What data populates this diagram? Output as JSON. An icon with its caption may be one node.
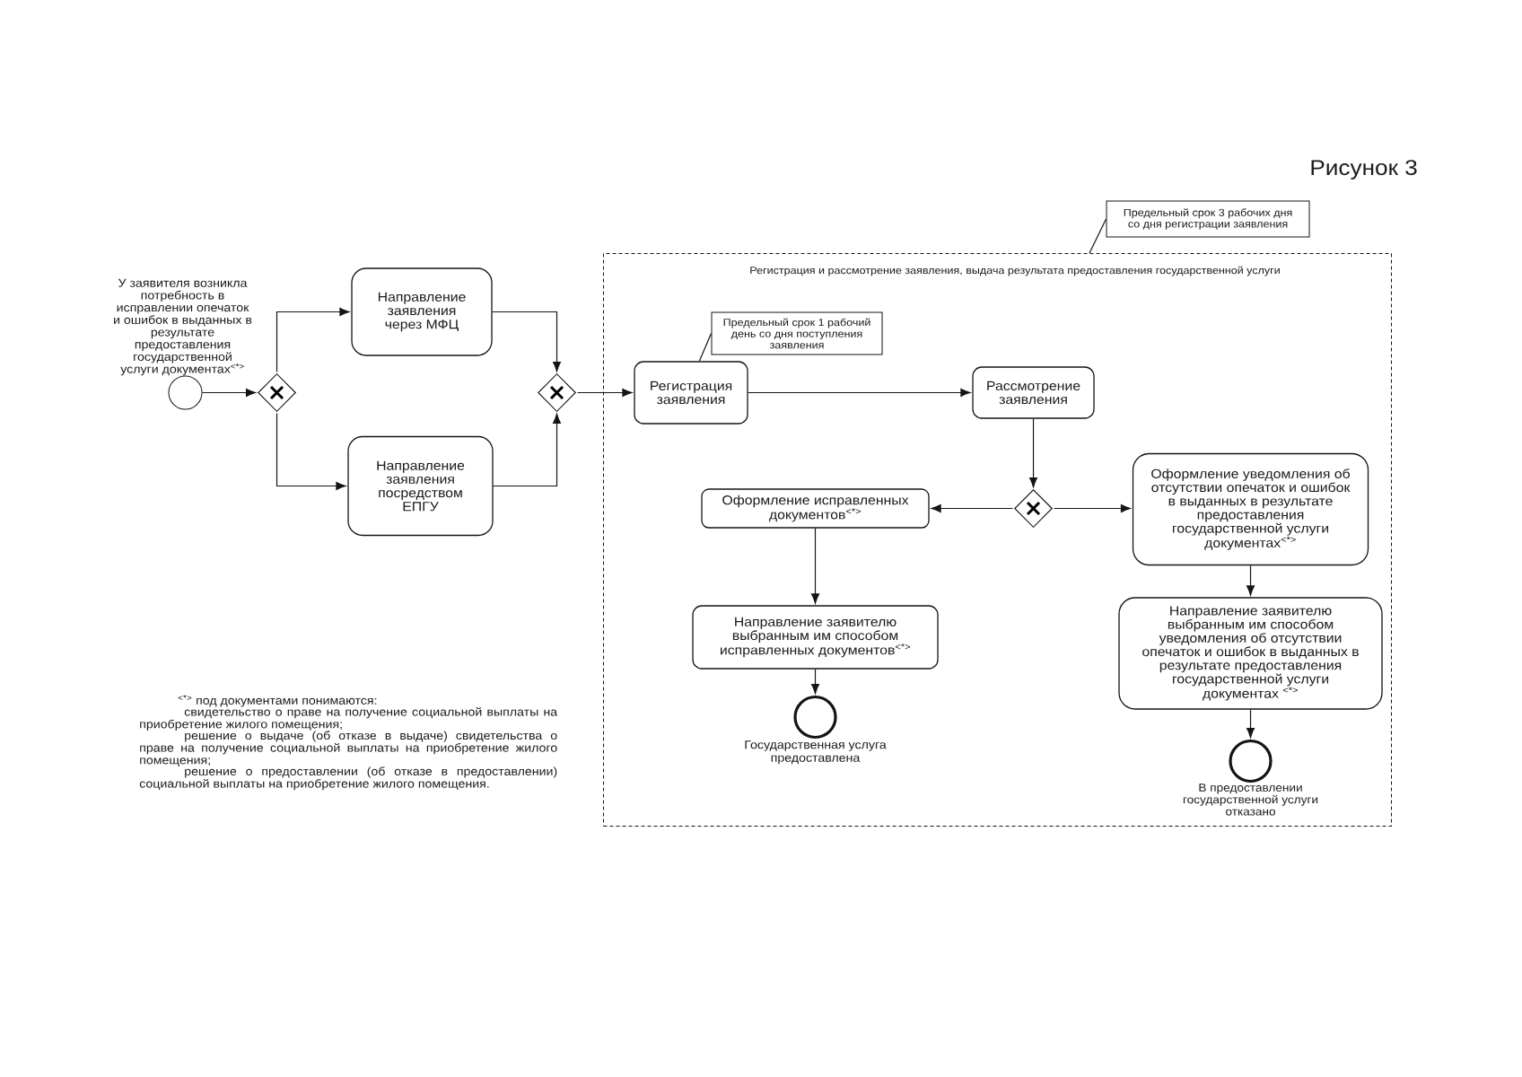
{
  "diagram": {
    "title": "Рисунок 3",
    "nodes": [
      {
        "text": [],
        "shape": "circle",
        "beside": [
          "У заявителя возникла потребность в исправлении опечаток и ошибок в выданных в результате предоставления государственной услуги документах$^{<*>}$"
        ]
      },
      {
        "text": [],
        "shape": "diamond"
      },
      {
        "text": [
          "Направление заявления через МФЦ"
        ]
      },
      {
        "text": [
          "Направление заявления посредством ЕПГУ"
        ]
      },
      {
        "text": [],
        "shape": "diamond"
      },
      {
        "text": [
          "Предельный срок 3 рабочих дня со дня регистрации заявления"
        ]
      },
      {
        "text": [
          "Регистрация и рассмотрение заявления, выдача результата предоставления государственной услуги"
        ]
      },
      {
        "text": [
          "Предельный срок 1 рабочий день со дня поступления заявления"
        ],
        "in": 6
      },
      {
        "text": [
          "Регистрация заявления"
        ],
        "in": 6
      },
      {
        "text": [
          "Рассмотрение заявления"
        ],
        "in": 6
      },
      {
        "text": [],
        "shape": "diamond",
        "in": 6
      },
      {
        "text": [
          "Оформление исправленных документов$^{<*>}$"
        ],
        "in": 6
      },
      {
        "text": [
          "Оформление уведомления об отсутствии опечаток и ошибок в выданных в результате предоставления государственной услуги документах$^{<*>}$"
        ],
        "in": 6
      },
      {
        "text": [
          "Направление заявителю выбранным им способом исправленных документов$^{<*>}$"
        ],
        "in": 6
      },
      {
        "text": [
          "Направление заявителю выбранным им способом уведомления об отсутствии опечаток и ошибок в выданных в результате предоставления государственной услуги документах $^{<*>}$"
        ],
        "in": 6
      },
      {
        "text": [],
        "shape": "circle",
        "in": 6,
        "beside": [
          "Государственная услуга предоставлена"
        ]
      },
      {
        "text": [],
        "shape": "circle",
        "in": 6,
        "beside": [
          "В предоставлении государственной услуги отказано"
        ]
      }
    ],
    "edges": [
      {
        "from": 0,
        "to": 1,
        "arrow": "to"
      },
      {
        "from": 1,
        "to": 2,
        "arrow": "to"
      },
      {
        "from": 1,
        "to": 3,
        "arrow": "to"
      },
      {
        "from": 2,
        "to": 4,
        "arrow": "to"
      },
      {
        "from": 3,
        "to": 4,
        "arrow": "to"
      },
      {
        "from": 4,
        "to": 8,
        "arrow": "to"
      },
      {
        "from": 8,
        "to": 9,
        "arrow": "to"
      },
      {
        "from": 9,
        "to": 10,
        "arrow": "to"
      },
      {
        "from": 10,
        "to": 11,
        "arrow": "to"
      },
      {
        "from": 10,
        "to": 12,
        "arrow": "to"
      },
      {
        "from": 11,
        "to": 13,
        "arrow": "to"
      },
      {
        "from": 12,
        "to": 14,
        "arrow": "to"
      },
      {
        "from": 13,
        "to": 15,
        "arrow": "to"
      },
      {
        "from": 14,
        "to": 16,
        "arrow": "to"
      },
      {
        "from": 5,
        "to": 6,
        "arrow": "none"
      },
      {
        "from": 7,
        "to": 8,
        "arrow": "none"
      }
    ],
    "labels": [
      "$^{<*>}$ под документами понимаются:",
      "свидетельство о праве на получение социальной выплаты на приобретение жилого помещения;",
      "решение о выдаче (об отказе в выдаче) свидетельства о праве на получение социальной выплаты на приобретение жилого помещения;",
      "решение о предоставлении (об отказе в предоставлении) социальной выплаты на приобретение жилого помещения."
    ]
  }
}
